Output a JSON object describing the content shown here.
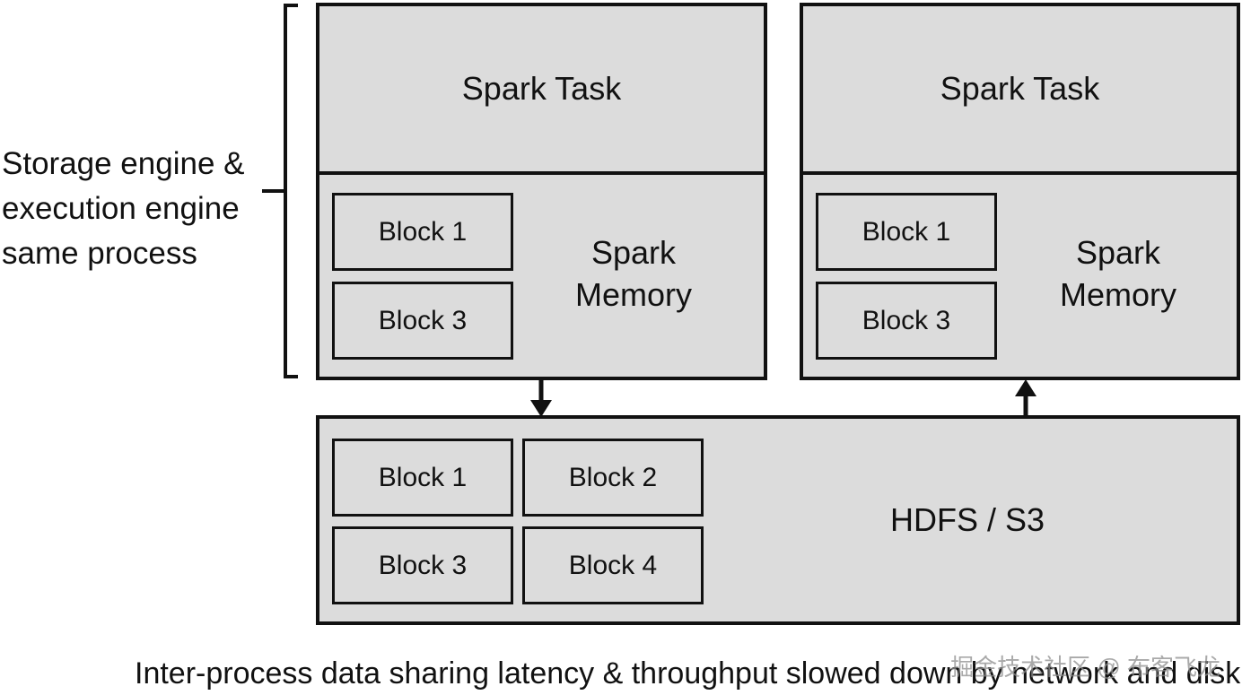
{
  "side_label": {
    "lines": [
      "Storage engine &",
      "execution engine",
      "same process"
    ]
  },
  "left_executor": {
    "task_label": "Spark Task",
    "memory_label_line1": "Spark",
    "memory_label_line2": "Memory",
    "blocks": [
      "Block 1",
      "Block 3"
    ]
  },
  "right_executor": {
    "task_label": "Spark Task",
    "memory_label_line1": "Spark",
    "memory_label_line2": "Memory",
    "blocks": [
      "Block 1",
      "Block 3"
    ]
  },
  "storage": {
    "label": "HDFS / S3",
    "blocks": [
      "Block 1",
      "Block 2",
      "Block 3",
      "Block 4"
    ]
  },
  "caption": "Inter-process data sharing latency & throughput slowed down by network and disk IO",
  "watermark": "掘金技术社区 @ 布客飞龙",
  "colors": {
    "box_fill": "#dcdcdc",
    "stroke": "#111111",
    "background": "#ffffff"
  }
}
